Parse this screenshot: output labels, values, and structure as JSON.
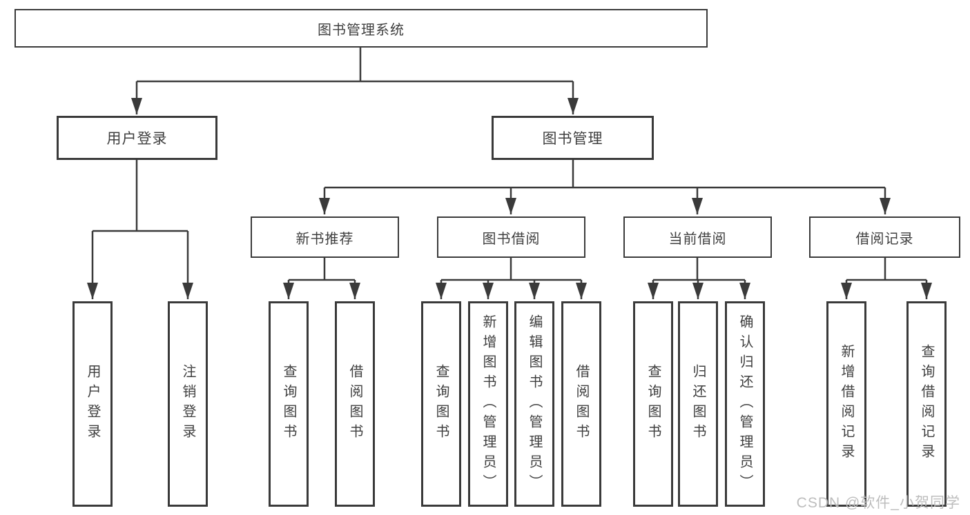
{
  "diagram": {
    "root": {
      "label": "图书管理系统"
    },
    "level2": {
      "user_login": {
        "label": "用户登录"
      },
      "book_management": {
        "label": "图书管理"
      }
    },
    "level3": {
      "new_book_recommend": {
        "label": "新书推荐"
      },
      "book_borrow": {
        "label": "图书借阅"
      },
      "current_borrow": {
        "label": "当前借阅"
      },
      "borrow_records": {
        "label": "借阅记录"
      }
    },
    "leaves": {
      "user_login_action": {
        "label": "用户登录"
      },
      "logout_action": {
        "label": "注销登录"
      },
      "recommend_query_books": {
        "label": "查询图书"
      },
      "recommend_borrow_books": {
        "label": "借阅图书"
      },
      "borrow_query_books": {
        "label": "查询图书"
      },
      "add_books_admin": {
        "label": "新增图书（管理员）"
      },
      "edit_books_admin": {
        "label": "编辑图书（管理员）"
      },
      "borrow_borrow_books": {
        "label": "借阅图书"
      },
      "current_query_books": {
        "label": "查询图书"
      },
      "return_books": {
        "label": "归还图书"
      },
      "confirm_return_admin": {
        "label": "确认归还（管理员）"
      },
      "add_borrow_record": {
        "label": "新增借阅记录"
      },
      "query_borrow_record": {
        "label": "查询借阅记录"
      }
    },
    "watermark": "CSDN @软件_小贺同学",
    "colors": {
      "line": "#3a3a3a",
      "border": "#3a3a3a",
      "text": "#3f3f3f",
      "watermark": "#bdbdbd",
      "background": "#ffffff"
    }
  }
}
